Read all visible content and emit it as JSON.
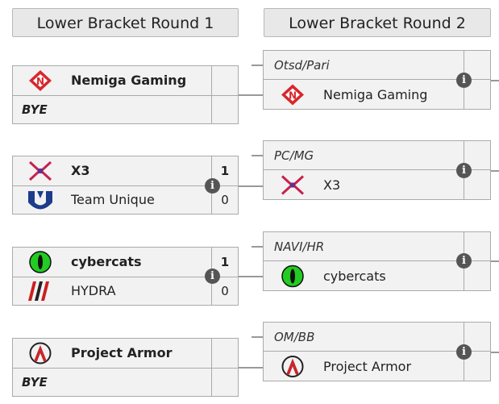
{
  "headers": [
    "Lower Bracket Round 1",
    "Lower Bracket Round 2"
  ],
  "round1": [
    {
      "top": {
        "name": "Nemiga Gaming",
        "logo": "nemiga-logo",
        "score": ""
      },
      "bottom": {
        "name": "BYE",
        "bye": true,
        "score": ""
      }
    },
    {
      "top": {
        "name": "X3",
        "logo": "x3-logo",
        "score": "1"
      },
      "bottom": {
        "name": "Team Unique",
        "logo": "team-unique-logo",
        "score": "0"
      }
    },
    {
      "top": {
        "name": "cybercats",
        "logo": "cybercats-logo",
        "score": "1"
      },
      "bottom": {
        "name": "HYDRA",
        "logo": "hydra-logo",
        "score": "0"
      }
    },
    {
      "top": {
        "name": "Project Armor",
        "logo": "project-armor-logo",
        "score": ""
      },
      "bottom": {
        "name": "BYE",
        "bye": true,
        "score": ""
      }
    }
  ],
  "round2": [
    {
      "label": "Otsd/Pari",
      "team": "Nemiga Gaming",
      "logo": "nemiga-logo"
    },
    {
      "label": "PC/MG",
      "team": "X3",
      "logo": "x3-logo"
    },
    {
      "label": "NAVI/HR",
      "team": "cybercats",
      "logo": "cybercats-logo"
    },
    {
      "label": "OM/BB",
      "team": "Project Armor",
      "logo": "project-armor-logo"
    }
  ],
  "info_glyph": "i",
  "colors": {
    "nemiga": "#d9262c",
    "x3": "#c8214c",
    "unique": "#1c3c8c",
    "cybercats": "#22cc22",
    "hydra": "#cc1f1f",
    "armor": "#c8262c"
  }
}
